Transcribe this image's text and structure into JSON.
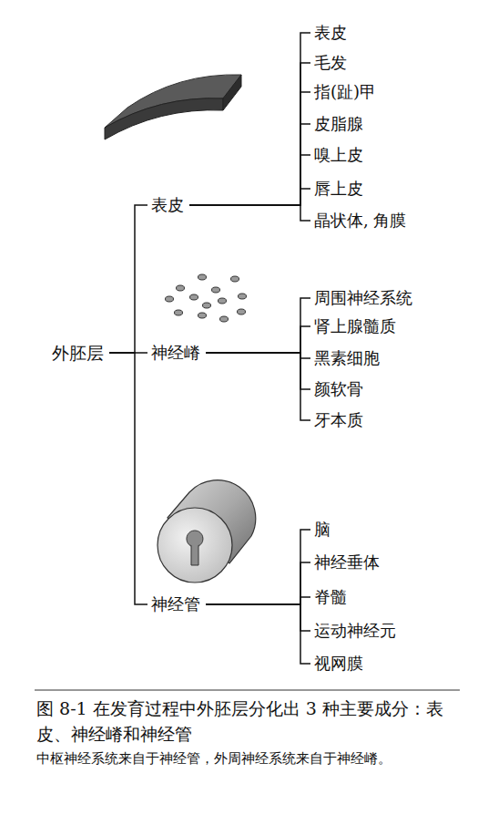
{
  "diagram": {
    "caption": "图 8-1 在发育过程中外胚层分化出 3 种主要成分：表皮、神经嵴和神经管",
    "nodes": [
      {
        "text": [
          "外胚层"
        ]
      },
      {
        "text": [
          "表皮"
        ]
      },
      {
        "text": [
          "神经嵴"
        ]
      },
      {
        "text": [
          "神经管"
        ]
      },
      {
        "text": [
          "表皮"
        ]
      },
      {
        "text": [
          "毛发"
        ]
      },
      {
        "text": [
          "指(趾)甲"
        ]
      },
      {
        "text": [
          "皮脂腺"
        ]
      },
      {
        "text": [
          "嗅上皮"
        ]
      },
      {
        "text": [
          "唇上皮"
        ]
      },
      {
        "text": [
          "晶状体, 角膜"
        ]
      },
      {
        "text": [
          "周围神经系统"
        ]
      },
      {
        "text": [
          "肾上腺髓质"
        ]
      },
      {
        "text": [
          "黑素细胞"
        ]
      },
      {
        "text": [
          "颜软骨"
        ]
      },
      {
        "text": [
          "牙本质"
        ]
      },
      {
        "text": [
          "脑"
        ]
      },
      {
        "text": [
          "神经垂体"
        ]
      },
      {
        "text": [
          "脊髓"
        ]
      },
      {
        "text": [
          "运动神经元"
        ]
      },
      {
        "text": [
          "视网膜"
        ]
      }
    ],
    "edges": [
      {
        "from": 0,
        "to": 1,
        "arrow": "none"
      },
      {
        "from": 0,
        "to": 2,
        "arrow": "none"
      },
      {
        "from": 0,
        "to": 3,
        "arrow": "none"
      },
      {
        "from": 1,
        "to": 4,
        "arrow": "none"
      },
      {
        "from": 1,
        "to": 5,
        "arrow": "none"
      },
      {
        "from": 1,
        "to": 6,
        "arrow": "none"
      },
      {
        "from": 1,
        "to": 7,
        "arrow": "none"
      },
      {
        "from": 1,
        "to": 8,
        "arrow": "none"
      },
      {
        "from": 1,
        "to": 9,
        "arrow": "none"
      },
      {
        "from": 1,
        "to": 10,
        "arrow": "none"
      },
      {
        "from": 2,
        "to": 11,
        "arrow": "none"
      },
      {
        "from": 2,
        "to": 12,
        "arrow": "none"
      },
      {
        "from": 2,
        "to": 13,
        "arrow": "none"
      },
      {
        "from": 2,
        "to": 14,
        "arrow": "none"
      },
      {
        "from": 2,
        "to": 15,
        "arrow": "none"
      },
      {
        "from": 3,
        "to": 16,
        "arrow": "none"
      },
      {
        "from": 3,
        "to": 17,
        "arrow": "none"
      },
      {
        "from": 3,
        "to": 18,
        "arrow": "none"
      },
      {
        "from": 3,
        "to": 19,
        "arrow": "none"
      },
      {
        "from": 3,
        "to": 20,
        "arrow": "none"
      }
    ],
    "labels": [
      "中枢神经系统来自于神经管，外周神经系统来自于神经嵴。"
    ]
  }
}
